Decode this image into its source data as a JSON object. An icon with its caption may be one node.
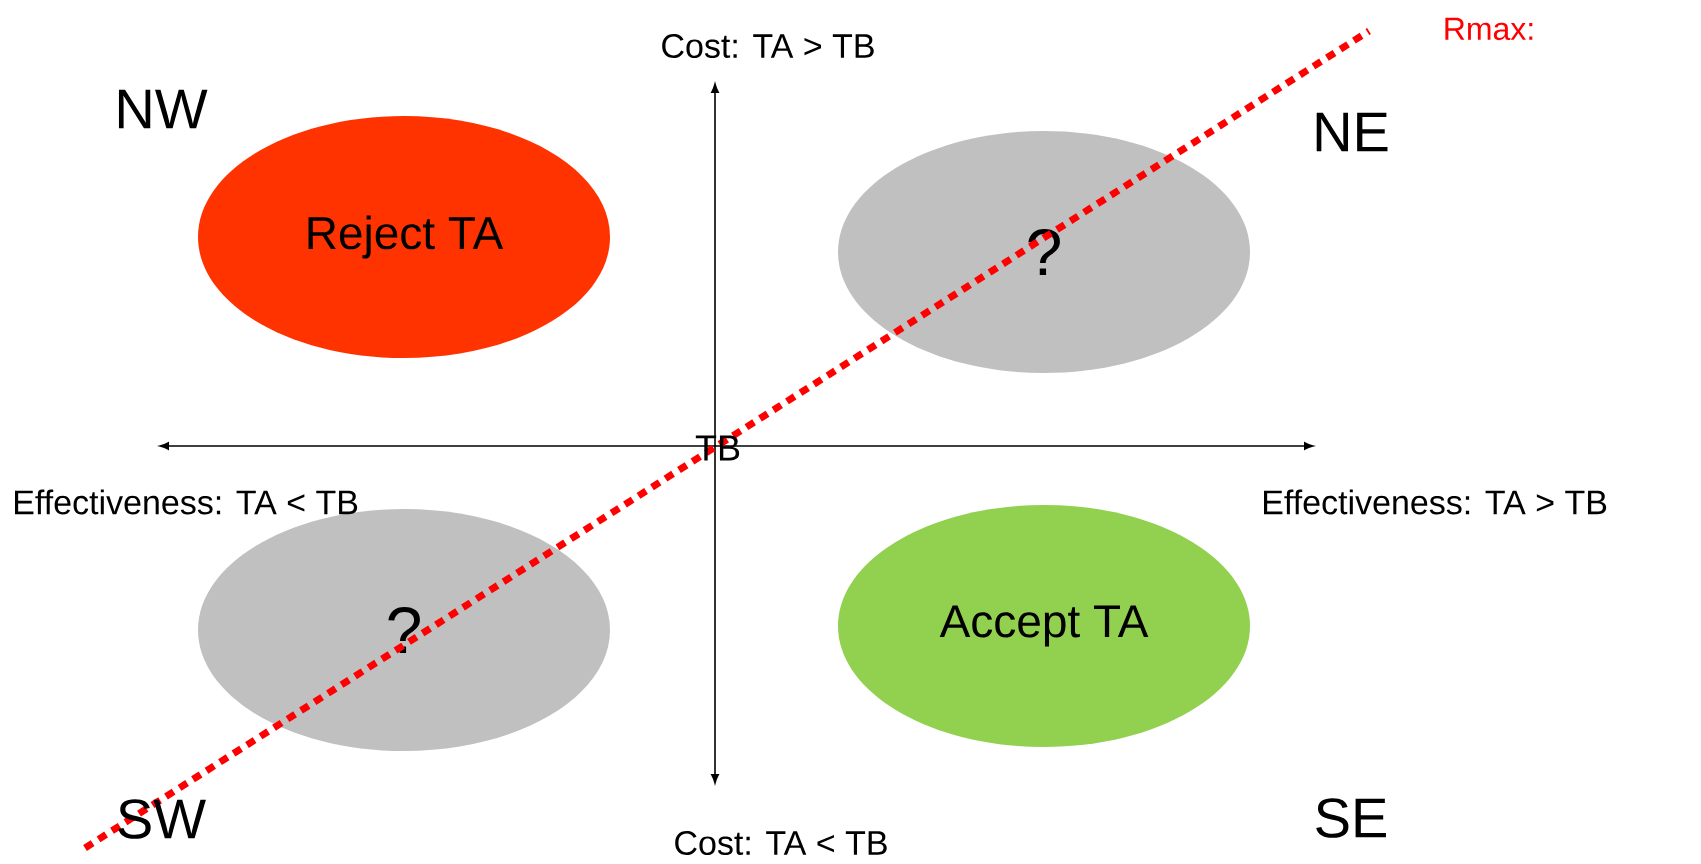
{
  "diagram": {
    "nodes": [
      {
        "text": [
          "Reject TA"
        ]
      },
      {
        "text": [
          "?"
        ]
      },
      {
        "text": [
          "?"
        ]
      },
      {
        "text": [
          "Accept TA"
        ]
      }
    ],
    "labels": [
      "Rmax:",
      "Cost: TA > TB",
      "NW",
      "NE",
      "TB",
      "Effectiveness: TA < TB",
      "Effectiveness: TA > TB",
      "SE",
      "SW",
      "Cost: TA < TB"
    ]
  }
}
